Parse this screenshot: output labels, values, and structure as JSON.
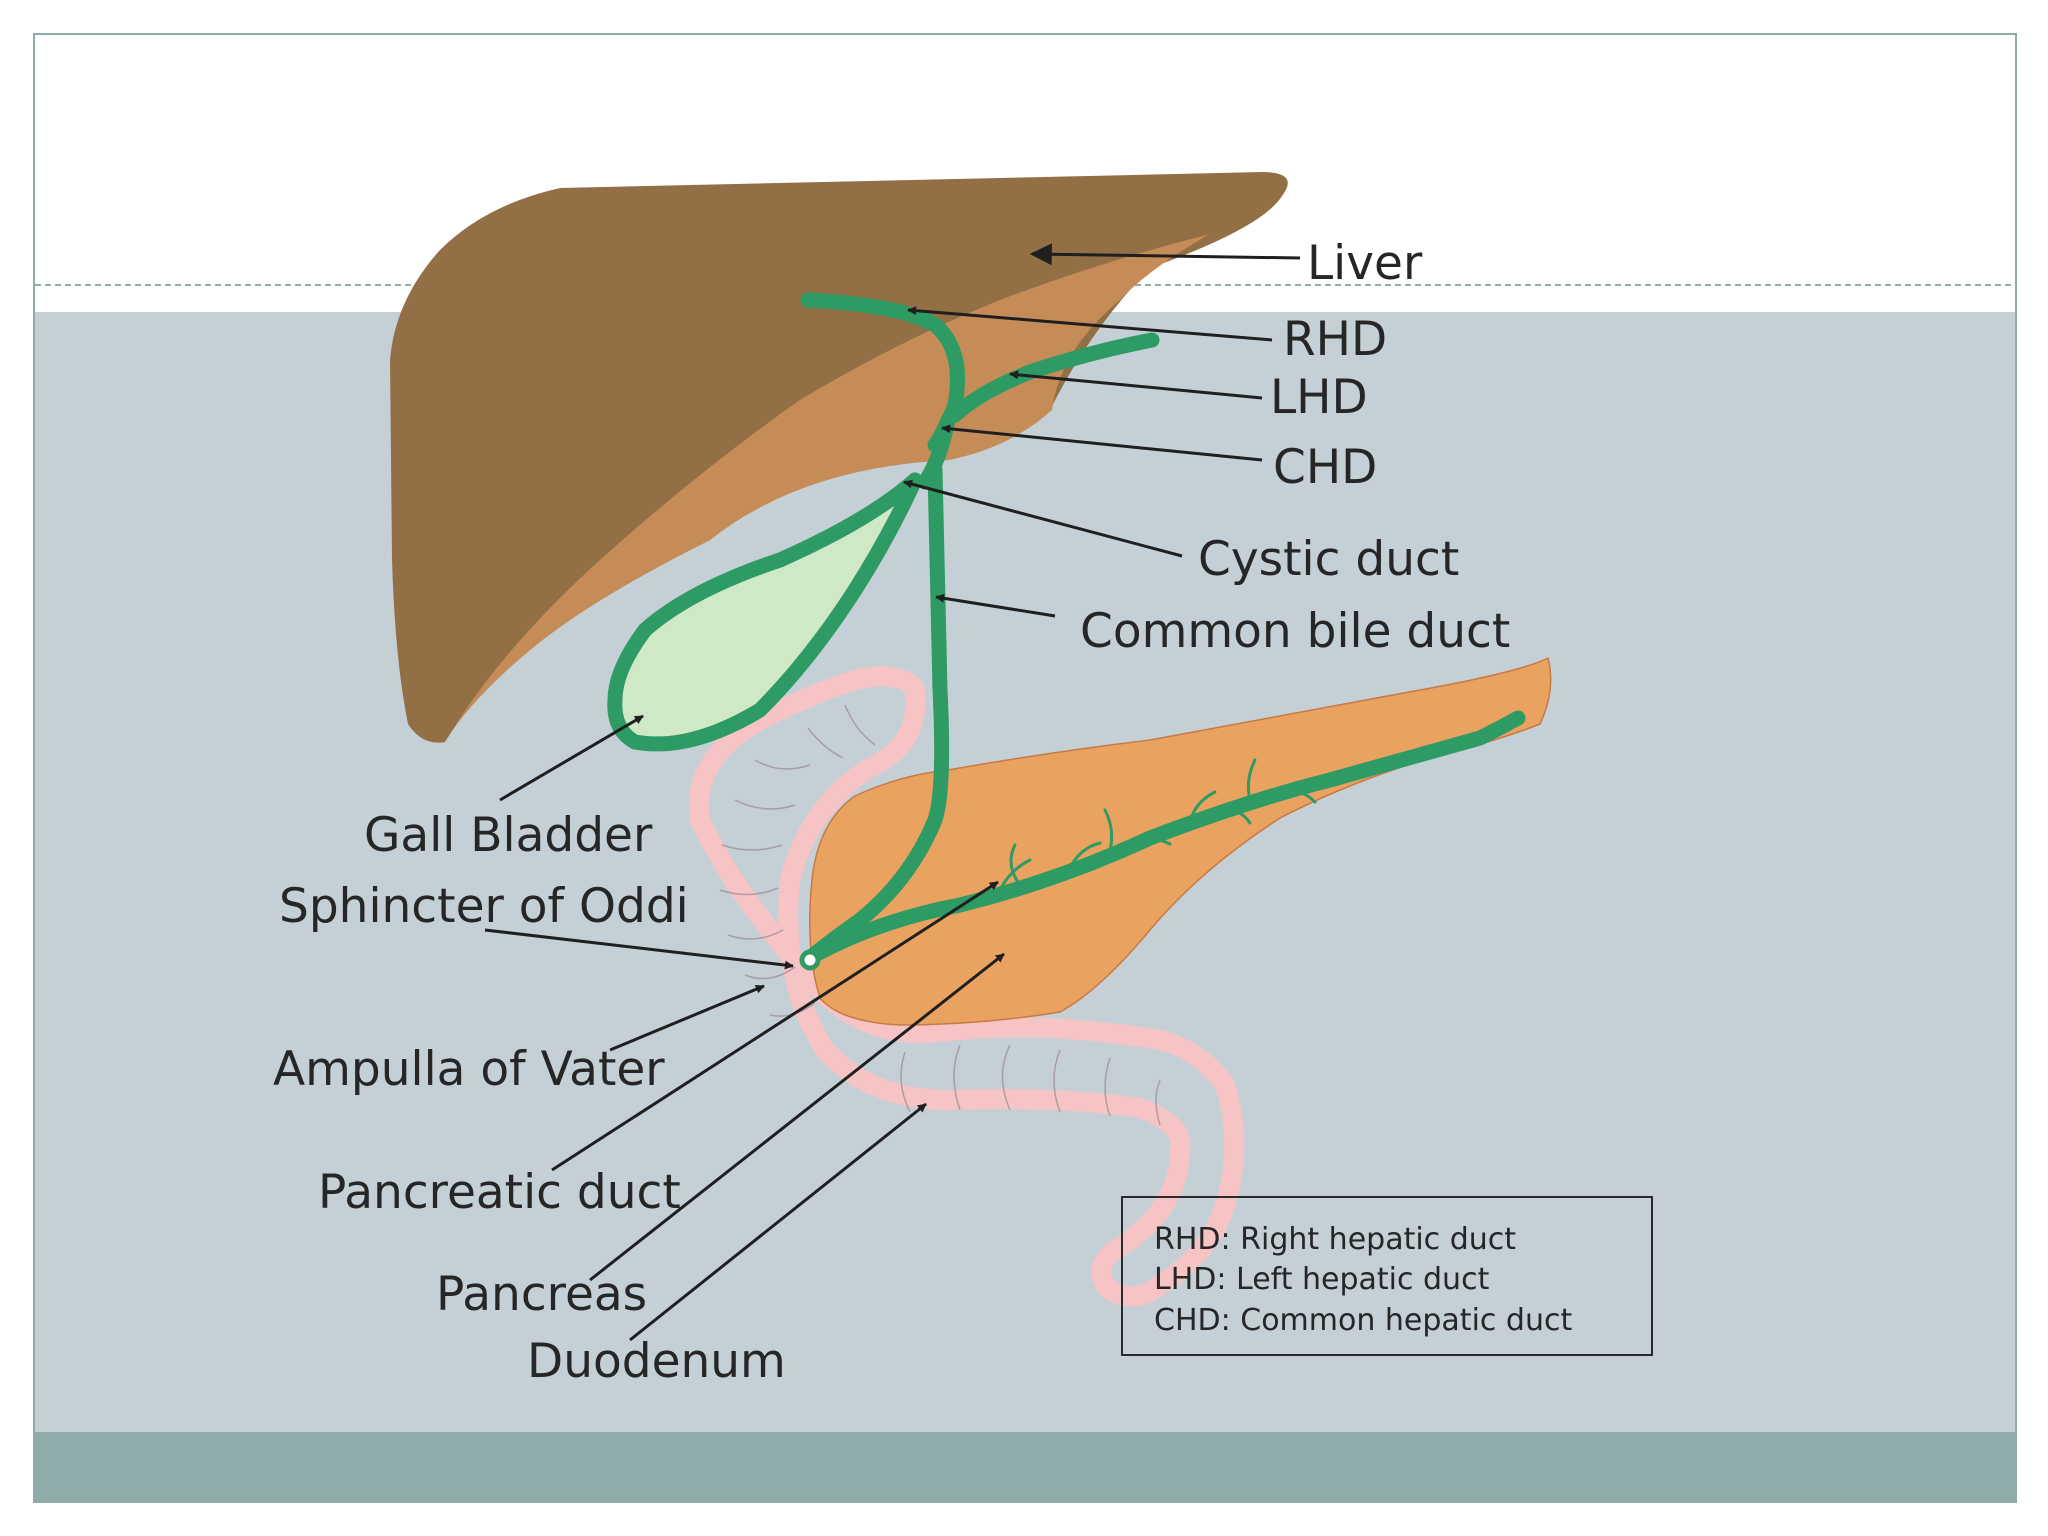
{
  "diagram": {
    "labels": {
      "liver": "Liver",
      "rhd": "RHD",
      "lhd": "LHD",
      "chd": "CHD",
      "cystic_duct": "Cystic duct",
      "common_bile_duct": "Common bile duct",
      "gall_bladder": "Gall Bladder",
      "sphincter_of_oddi": "Sphincter of Oddi",
      "ampulla_of_vater": "Ampulla of Vater",
      "pancreatic_duct": "Pancreatic duct",
      "pancreas": "Pancreas",
      "duodenum": "Duodenum"
    },
    "legend": [
      "RHD: Right hepatic duct",
      "LHD: Left hepatic duct",
      "CHD: Common hepatic duct"
    ]
  },
  "colors": {
    "slide_background": "#c5d0d6",
    "footer_band": "#8eaca9",
    "liver_dark": "#936f46",
    "liver_light": "#c68c57",
    "bile_duct_green": "#2e9a64",
    "gall_bladder_fill": "#cfe8c6",
    "pancreas_orange": "#e9a25f",
    "duodenum_pink": "#f6c4c4"
  }
}
